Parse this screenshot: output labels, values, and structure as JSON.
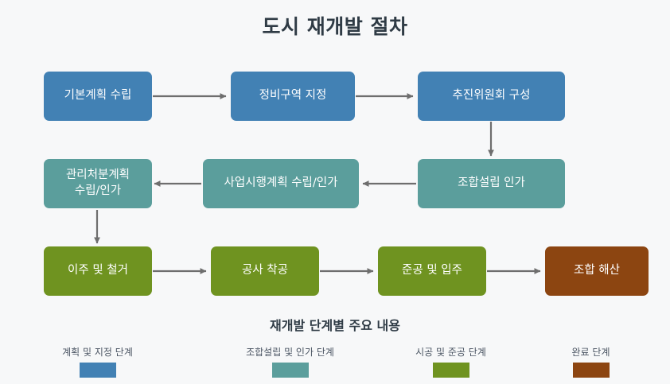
{
  "title": "도시 재개발 절차",
  "colors": {
    "background": "#f7f8f9",
    "planning_blue": "#4281b4",
    "association_teal": "#5b9e9c",
    "construction_olive": "#6f9320",
    "completion_brown": "#8c4511",
    "arrow_gray": "#6e6e6e",
    "title_text": "#2f3b45",
    "node_text": "#ffffff"
  },
  "flowchart": {
    "rows": [
      {
        "nodes": [
          {
            "id": "step1",
            "label": "기본계획 수립",
            "stage": "계획 및 지정 단계",
            "color": "blue"
          },
          {
            "id": "step2",
            "label": "정비구역 지정",
            "stage": "계획 및 지정 단계",
            "color": "blue"
          },
          {
            "id": "step3",
            "label": "추진위원회 구성",
            "stage": "계획 및 지정 단계",
            "color": "blue"
          }
        ]
      },
      {
        "nodes": [
          {
            "id": "step6",
            "label": "관리처분계획\n수립/인가",
            "stage": "조합설립 및 인가 단계",
            "color": "teal"
          },
          {
            "id": "step5",
            "label": "사업시행계획 수립/인가",
            "stage": "조합설립 및 인가 단계",
            "color": "teal"
          },
          {
            "id": "step4",
            "label": "조합설립 인가",
            "stage": "조합설립 및 인가 단계",
            "color": "teal"
          }
        ]
      },
      {
        "nodes": [
          {
            "id": "step7",
            "label": "이주 및 철거",
            "stage": "시공 및 준공 단계",
            "color": "olive"
          },
          {
            "id": "step8",
            "label": "공사 착공",
            "stage": "시공 및 준공 단계",
            "color": "olive"
          },
          {
            "id": "step9",
            "label": "준공 및 입주",
            "stage": "시공 및 준공 단계",
            "color": "olive"
          },
          {
            "id": "step10",
            "label": "조합 해산",
            "stage": "완료 단계",
            "color": "brown"
          }
        ]
      }
    ],
    "connections": [
      {
        "from": "step1",
        "to": "step2",
        "direction": "right"
      },
      {
        "from": "step2",
        "to": "step3",
        "direction": "right"
      },
      {
        "from": "step3",
        "to": "step4",
        "direction": "down"
      },
      {
        "from": "step4",
        "to": "step5",
        "direction": "left"
      },
      {
        "from": "step5",
        "to": "step6",
        "direction": "left"
      },
      {
        "from": "step6",
        "to": "step7",
        "direction": "down"
      },
      {
        "from": "step7",
        "to": "step8",
        "direction": "right"
      },
      {
        "from": "step8",
        "to": "step9",
        "direction": "right"
      },
      {
        "from": "step9",
        "to": "step10",
        "direction": "right"
      }
    ]
  },
  "legend": {
    "title": "재개발 단계별 주요 내용",
    "items": [
      {
        "label": "계획 및 지정 단계",
        "color": "#4281b4"
      },
      {
        "label": "조합설립 및 인가 단계",
        "color": "#5b9e9c"
      },
      {
        "label": "시공 및 준공 단계",
        "color": "#6f9320"
      },
      {
        "label": "완료 단계",
        "color": "#8c4511"
      }
    ]
  }
}
